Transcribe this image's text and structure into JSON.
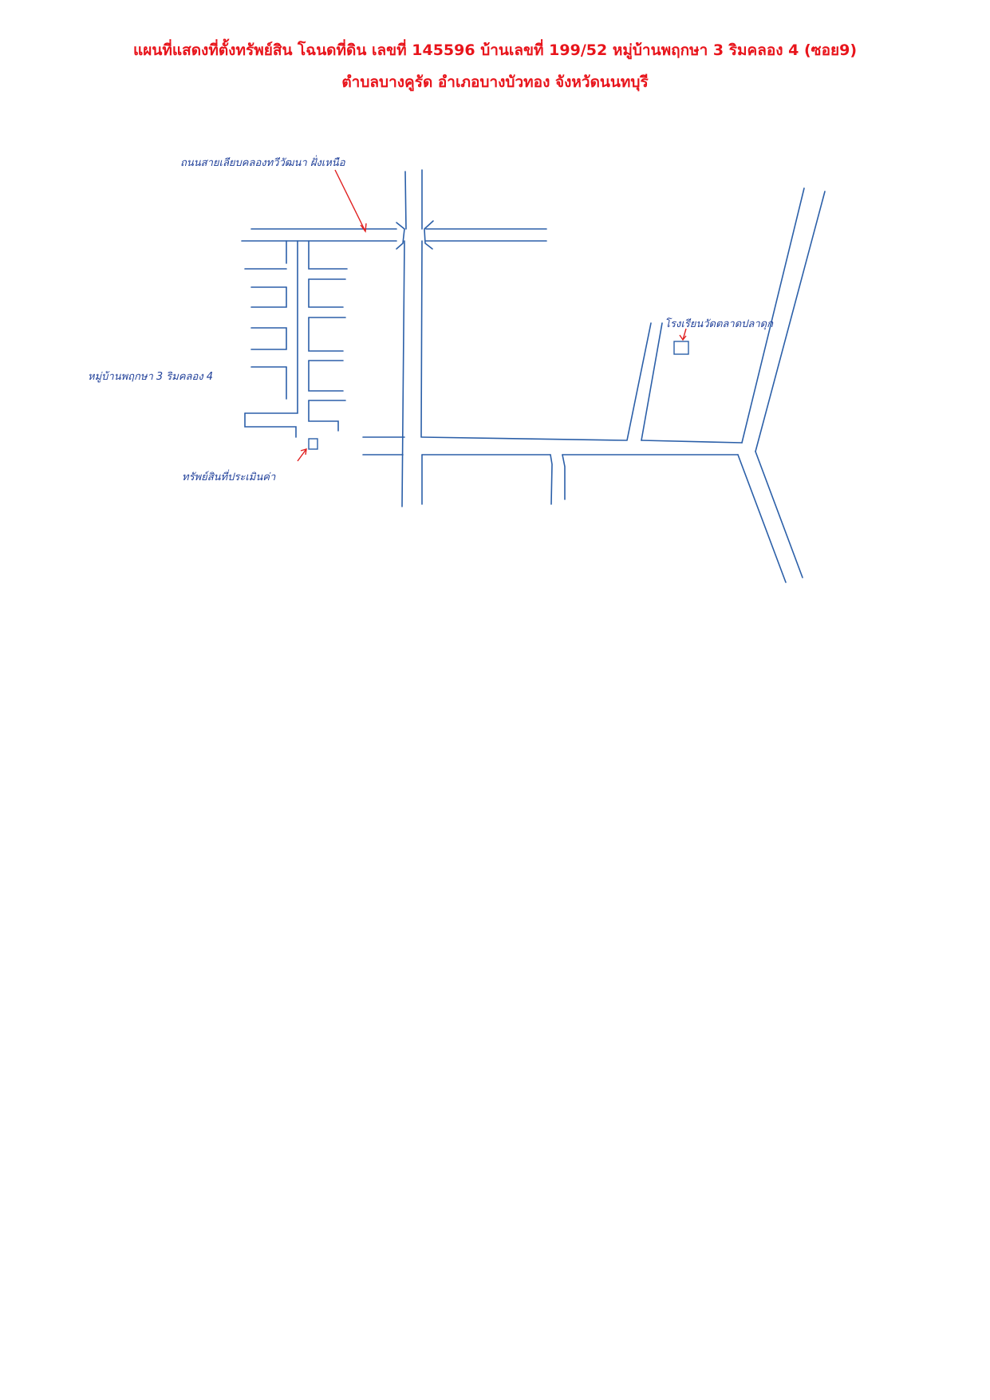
{
  "title": {
    "line1": "แผนที่แสดงที่ตั้งทรัพย์สิน โฉนดที่ดิน เลขที่ 145596 บ้านเลขที่ 199/52  หมู่บ้านพฤกษา 3 ริมคลอง 4 (ซอย9)",
    "line2": "ตำบลบางคูรัด อำเภอบางบัวทอง  จังหวัดนนทบุรี",
    "color": "#e8141b"
  },
  "map": {
    "road_color": "#2b5fa8",
    "pointer_color": "#e02020",
    "labels": {
      "main_road": "ถนนสายเลียบคลองทวีวัฒนา ฝั่งเหนือ",
      "village": "หมู่บ้านพฤกษา 3 ริมคลอง 4",
      "property": "ทรัพย์สินที่ประเมินค่า",
      "school": "โรงเรียนวัดตลาดปลาดุก"
    }
  }
}
